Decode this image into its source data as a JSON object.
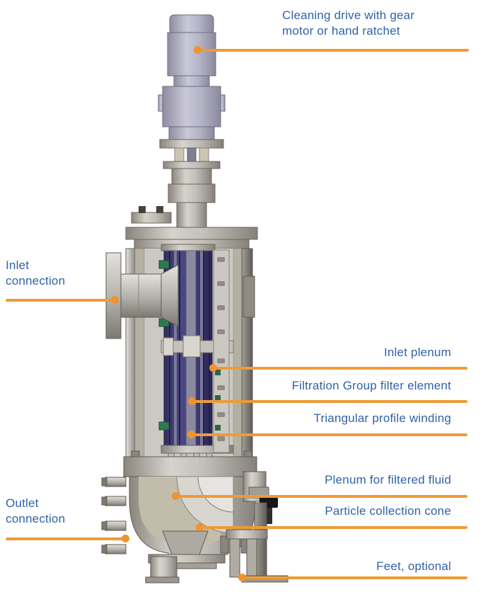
{
  "figure": {
    "type": "technical-cutaway-diagram",
    "subject": "Automatic candle filter vessel cross-section with callout labels",
    "colors": {
      "label_text": "#2f63a8",
      "leader_line": "#ef9b36",
      "leader_dot": "#ee9330",
      "motor_body": "#b6b5c8",
      "vessel_steel": "#b3afa9",
      "cut_face": "#b5b0a4",
      "filter_element_purple": "#3f3c70",
      "clamp_green": "#2c7a51",
      "valve_black": "#161616",
      "background": "#ffffff"
    }
  },
  "labels": {
    "cleaning_drive": "Cleaning drive with gear motor or hand ratchet",
    "inlet_connection": "Inlet connection",
    "inlet_plenum": "Inlet plenum",
    "filter_element": "Filtration Group filter element",
    "profile_winding": "Triangular profile winding",
    "filtered_plenum": "Plenum for filtered fluid",
    "collection_cone": "Particle collection cone",
    "outlet_connection": "Outlet connection",
    "feet": "Feet, optional"
  }
}
